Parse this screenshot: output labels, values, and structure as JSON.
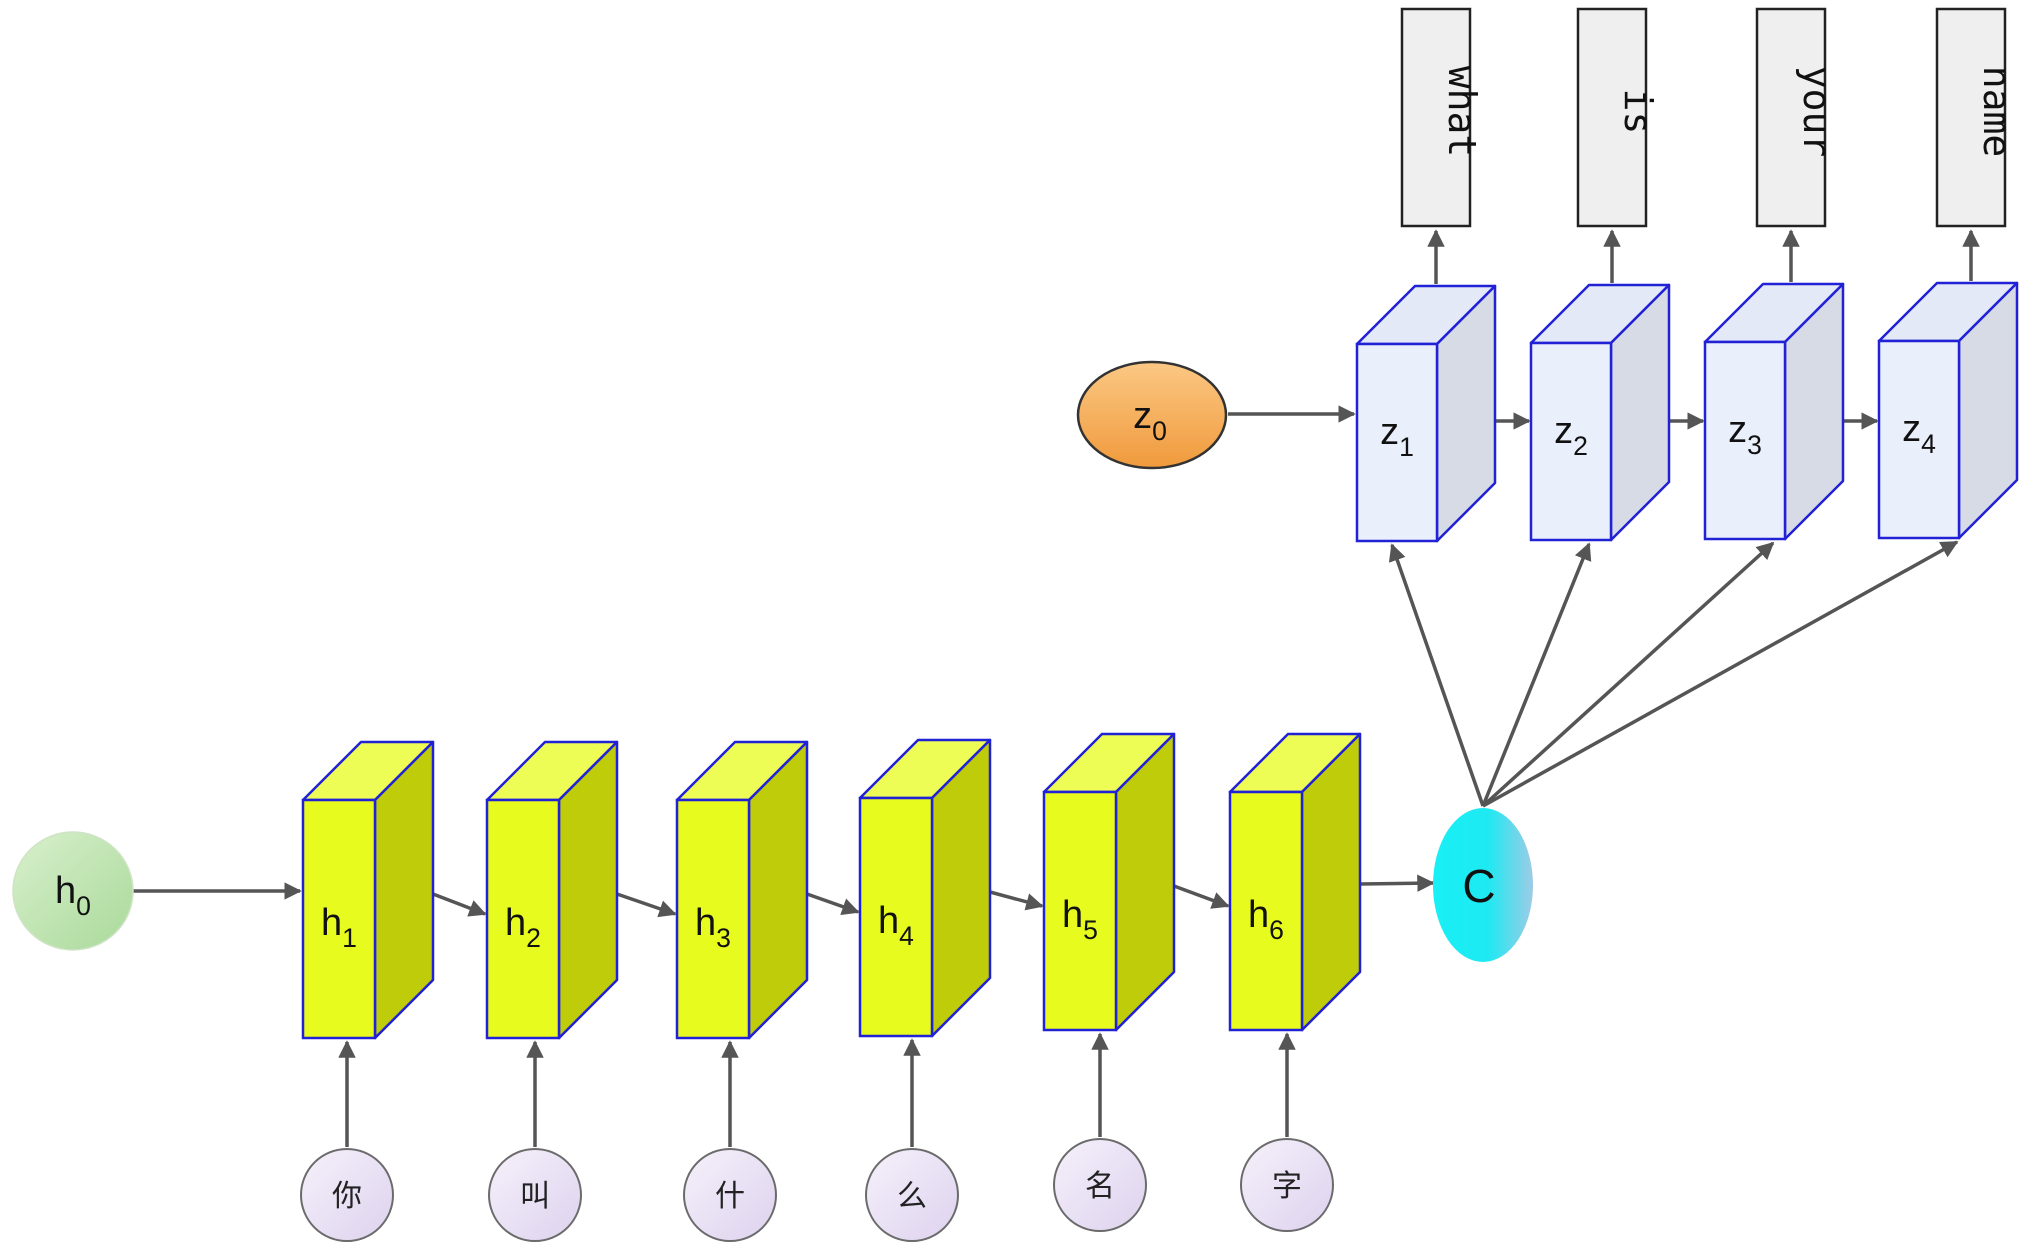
{
  "diagram": {
    "encoder": {
      "initial_state": {
        "main": "h",
        "sub": "0"
      },
      "states": [
        {
          "main": "h",
          "sub": "1"
        },
        {
          "main": "h",
          "sub": "2"
        },
        {
          "main": "h",
          "sub": "3"
        },
        {
          "main": "h",
          "sub": "4"
        },
        {
          "main": "h",
          "sub": "5"
        },
        {
          "main": "h",
          "sub": "6"
        }
      ],
      "inputs": [
        "你",
        "叫",
        "什",
        "么",
        "名",
        "字"
      ]
    },
    "context": {
      "label": "C"
    },
    "decoder": {
      "initial_state": {
        "main": "z",
        "sub": "0"
      },
      "states": [
        {
          "main": "z",
          "sub": "1"
        },
        {
          "main": "z",
          "sub": "2"
        },
        {
          "main": "z",
          "sub": "3"
        },
        {
          "main": "z",
          "sub": "4"
        }
      ],
      "outputs": [
        "what",
        "is",
        "your",
        "name"
      ]
    },
    "colors": {
      "encoder_face": "#e8fb1e",
      "encoder_side": "#bfcc0a",
      "encoder_top": "#eefc56",
      "decoder_face": "#eaf0fb",
      "decoder_side": "#d6dbe5",
      "decoder_top": "#e3e9f6",
      "box_stroke": "#2121d6",
      "context_fill": "#1ef2f5",
      "h0_fill": "#bfe5b0",
      "z0_fill": "#f6ad58",
      "input_fill": "#ede6f6",
      "output_fill": "#efefef",
      "arrow": "#555555"
    }
  }
}
